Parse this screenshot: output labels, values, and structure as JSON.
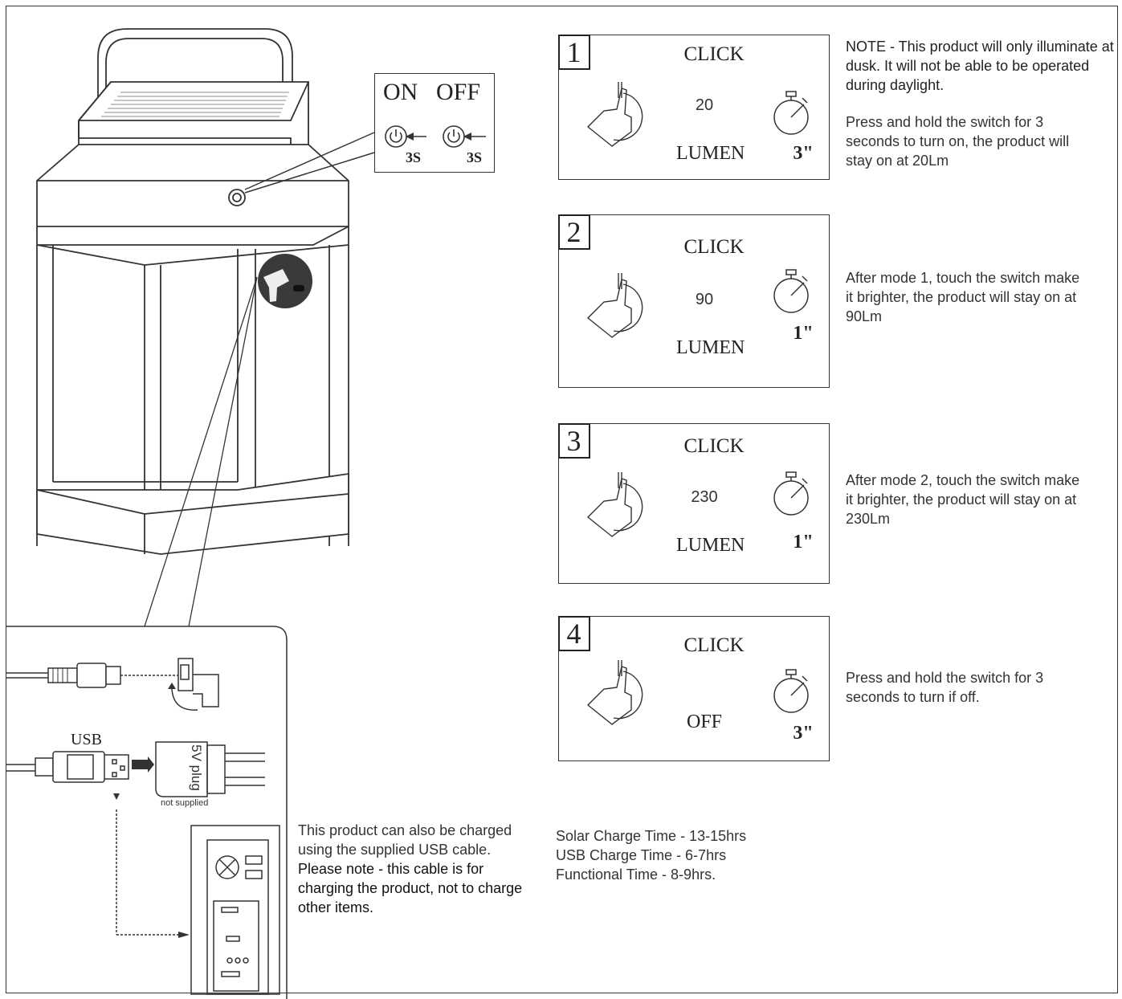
{
  "onoff": {
    "on": "ON",
    "off": "OFF",
    "on_time": "3S",
    "off_time": "3S"
  },
  "modes": [
    {
      "num": "1",
      "click": "CLICK",
      "value": "20",
      "unit": "LUMEN",
      "seconds": "3\""
    },
    {
      "num": "2",
      "click": "CLICK",
      "value": "90",
      "unit": "LUMEN",
      "seconds": "1\""
    },
    {
      "num": "3",
      "click": "CLICK",
      "value": "230",
      "unit": "LUMEN",
      "seconds": "1\""
    },
    {
      "num": "4",
      "click": "CLICK",
      "value": "",
      "unit": "OFF",
      "seconds": "3\""
    }
  ],
  "note": "NOTE - This product will only illuminate at dusk. It will not be able to be operated during daylight.",
  "descriptions": [
    "Press and hold the switch for 3 seconds to turn on, the product will stay on at 20Lm",
    "After mode 1, touch the switch make it brighter, the product will stay on at 90Lm",
    "After mode 2, touch the switch make it brighter, the product will stay on at 230Lm",
    "Press and hold the switch for 3 seconds to turn if off."
  ],
  "usb": {
    "usb_label": "USB",
    "plug_label": "5V plug",
    "not_supplied": "not supplied",
    "charging_text_1": "This product can also be charged using the supplied USB cable.",
    "charging_text_2": "Please note - this cable is for charging the product, not to charge other items."
  },
  "charge_times": [
    "Solar Charge Time - 13-15hrs",
    "USB Charge Time - 6-7hrs",
    "Functional Time - 8-9hrs."
  ]
}
